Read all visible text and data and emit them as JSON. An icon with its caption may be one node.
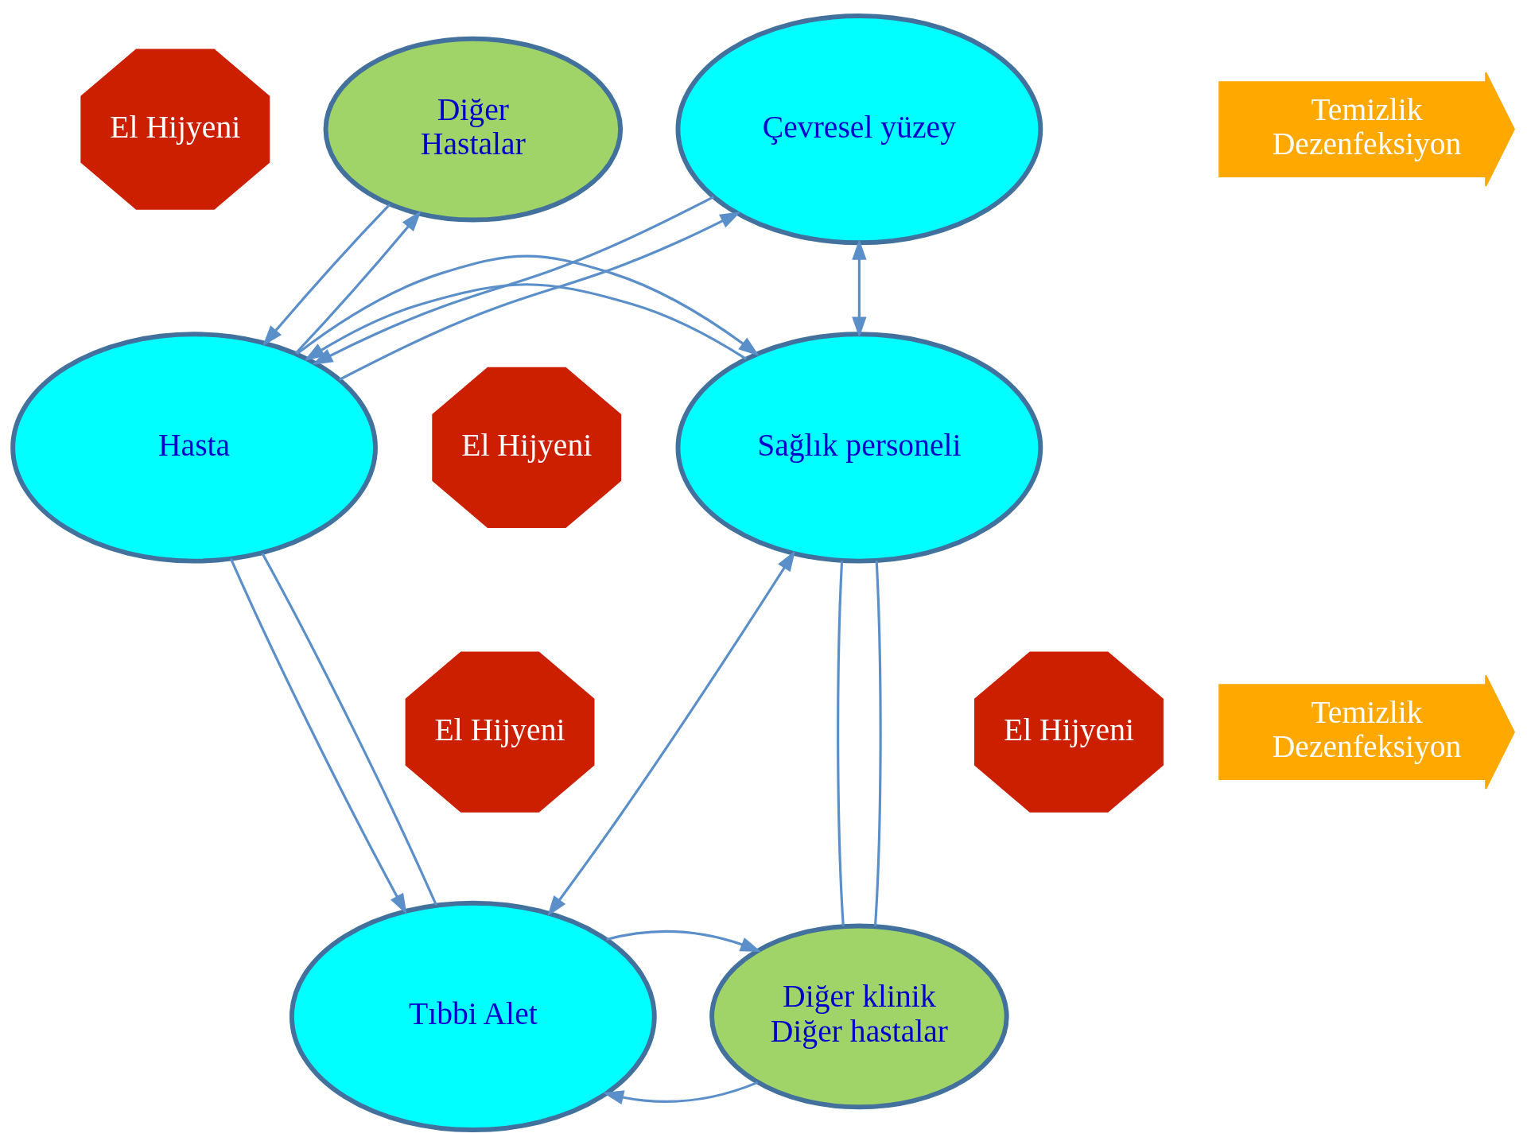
{
  "diagram": {
    "nodes": [
      {
        "text": [
          "Çevresel yüzey"
        ]
      },
      {
        "text": [
          "El Hijyeni"
        ]
      },
      {
        "text": [
          "Temizlik Dezenfeksiyon"
        ]
      },
      {
        "text": [
          "Diğer Hastalar"
        ]
      },
      {
        "text": [
          "Sağlık personeli"
        ]
      },
      {
        "text": [
          "El Hijyeni"
        ]
      },
      {
        "text": [
          "Hasta"
        ]
      },
      {
        "text": [
          "Temizlik Dezenfeksiyon"
        ]
      },
      {
        "text": [
          "El Hijyeni"
        ]
      },
      {
        "text": [
          "El Hijyeni"
        ]
      },
      {
        "text": [
          "Tıbbi Alet"
        ]
      },
      {
        "text": [
          "Diğer klinik Diğer hastalar"
        ]
      }
    ],
    "edges": [
      {
        "from": 4,
        "to": 0,
        "arrow": "both"
      },
      {
        "from": 0,
        "to": 6,
        "arrow": "to"
      },
      {
        "from": 6,
        "to": 0,
        "arrow": "to"
      },
      {
        "from": 4,
        "to": 6,
        "arrow": "to"
      },
      {
        "from": 6,
        "to": 4,
        "arrow": "to"
      },
      {
        "from": 6,
        "to": 3,
        "arrow": "to"
      },
      {
        "from": 3,
        "to": 6,
        "arrow": "to"
      },
      {
        "from": 6,
        "to": 10,
        "arrow": "to"
      },
      {
        "from": 10,
        "to": 6,
        "arrow": "none"
      },
      {
        "from": 4,
        "to": 10,
        "arrow": "both"
      },
      {
        "from": 4,
        "to": 11,
        "arrow": "none"
      },
      {
        "from": 11,
        "to": 4,
        "arrow": "none"
      },
      {
        "from": 11,
        "to": 10,
        "arrow": "to"
      },
      {
        "from": 10,
        "to": 11,
        "arrow": "to"
      }
    ]
  }
}
